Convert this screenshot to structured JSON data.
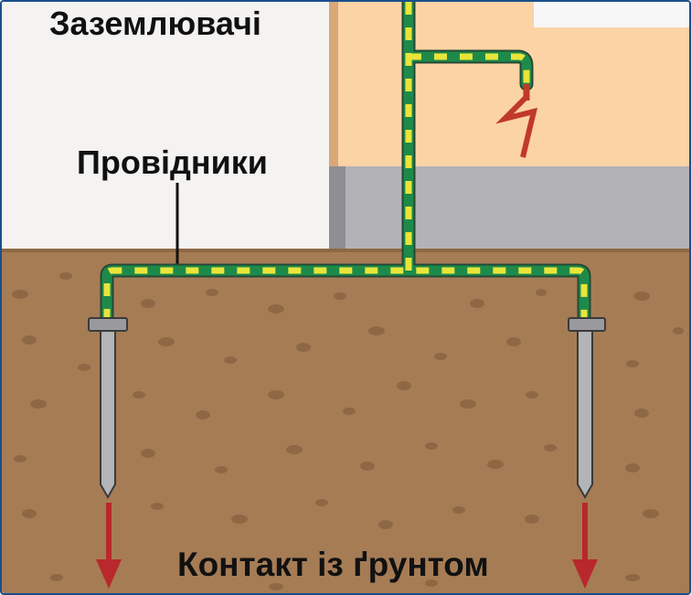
{
  "labels": {
    "grounders": "Заземлювачі",
    "conductors": "Провідники",
    "soil_contact": "Контакт із ґрунтом"
  },
  "icons": {
    "electric_fault": "lightning-bolt-icon",
    "current_to_ground": "arrow-down-icon"
  },
  "colors": {
    "soil": "#a67c55",
    "soil_pebbles": "#8e6845",
    "building_wall": "#fbd3a5",
    "foundation": "#b3b2b7",
    "background": "#f4f3f2",
    "conductor_green": "#1e8a4a",
    "conductor_yellow": "#e9e53a",
    "fault_red": "#c0392b",
    "arrow_red": "#b8282c",
    "ground_rod": "#b3b4b8"
  }
}
